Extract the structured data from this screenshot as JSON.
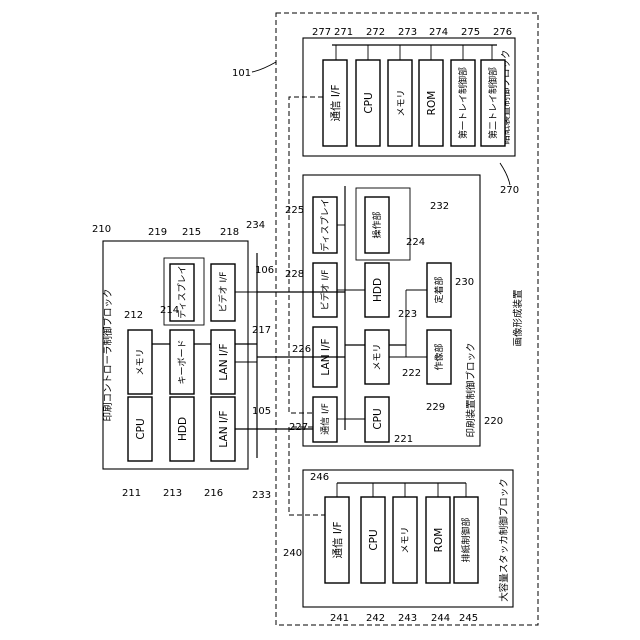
{
  "labels": {
    "image_forming_apparatus": "画像形成装置",
    "print_controller_block": "印刷コントローラ制御ブロック",
    "print_device_block": "印刷装置制御ブロック",
    "paper_feed_block": "給紙装置制御ブロック",
    "stacker_block": "大容量スタッカ制御ブロック",
    "comm_if": "通信 I/F",
    "cpu": "CPU",
    "memory": "メモリ",
    "rom": "ROM",
    "tray1": "第一トレイ制御部",
    "tray2": "第二トレイ制御部",
    "display": "ディスプレイ",
    "keyboard": "キーボード",
    "hdd": "HDD",
    "lan_if": "LAN I/F",
    "video_if": "ビデオ I/F",
    "operation": "操作部",
    "fixing": "定着部",
    "imaging": "作像部",
    "discharge": "排紙制御部"
  },
  "numbers": {
    "n101": "101",
    "n105": "105",
    "n106": "106",
    "n210": "210",
    "n211": "211",
    "n212": "212",
    "n213": "213",
    "n214": "214",
    "n215": "215",
    "n216": "216",
    "n217": "217",
    "n218": "218",
    "n219": "219",
    "n220": "220",
    "n221": "221",
    "n222": "222",
    "n223": "223",
    "n224": "224",
    "n225": "225",
    "n226": "226",
    "n227": "227",
    "n228": "228",
    "n229": "229",
    "n230": "230",
    "n232": "232",
    "n233": "233",
    "n234": "234",
    "n240": "240",
    "n241": "241",
    "n242": "242",
    "n243": "243",
    "n244": "244",
    "n245": "245",
    "n246": "246",
    "n270": "270",
    "n271": "271",
    "n272": "272",
    "n273": "273",
    "n274": "274",
    "n275": "275",
    "n276": "276",
    "n277": "277"
  }
}
